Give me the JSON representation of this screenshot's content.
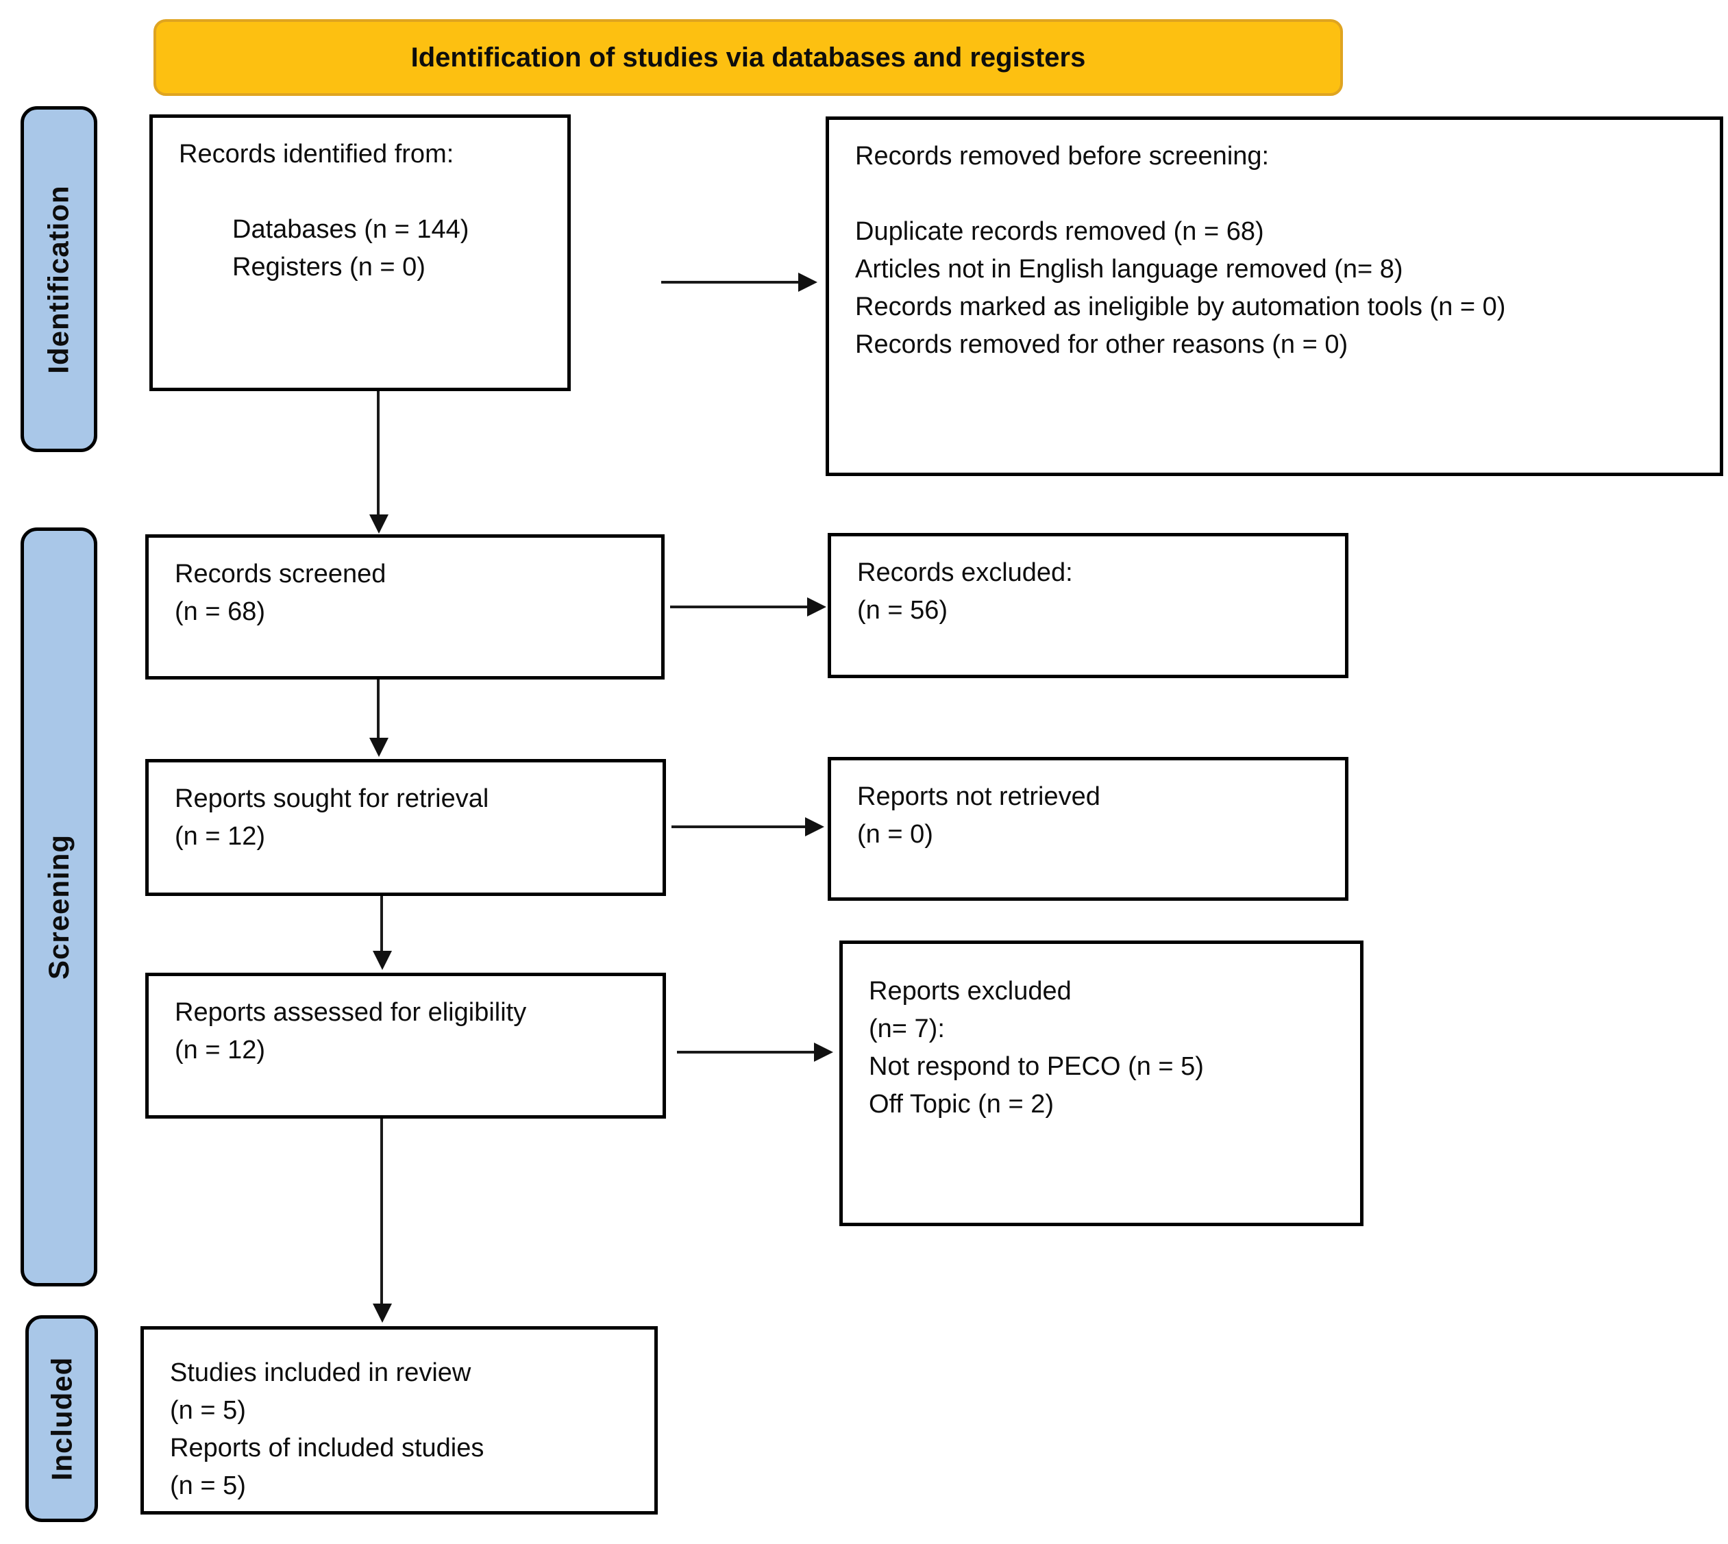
{
  "header": {
    "title": "Identification of studies via databases and registers"
  },
  "sidebars": [
    {
      "label": "Identification"
    },
    {
      "label": "Screening"
    },
    {
      "label": "Included"
    }
  ],
  "boxes": {
    "records_identified": {
      "title": "Records identified from:",
      "items": [
        "Databases (n = 144)",
        "Registers (n = 0)"
      ]
    },
    "records_removed": {
      "title": "Records removed before screening:",
      "items": [
        "Duplicate records removed (n = 68)",
        "Articles not in English language removed (n= 8)",
        "Records marked as ineligible by automation tools (n = 0)",
        "Records removed for other reasons (n = 0)"
      ]
    },
    "records_screened": {
      "lines": [
        "Records screened",
        "(n = 68)"
      ]
    },
    "records_excluded": {
      "lines": [
        "Records excluded:",
        "(n = 56)"
      ]
    },
    "reports_sought": {
      "lines": [
        "Reports sought for retrieval",
        "(n = 12)"
      ]
    },
    "reports_not_retrieved": {
      "lines": [
        "Reports not retrieved",
        "(n = 0)"
      ]
    },
    "reports_assessed": {
      "lines": [
        "Reports assessed for eligibility",
        "(n = 12)"
      ]
    },
    "reports_excluded": {
      "lines": [
        "Reports excluded",
        "(n= 7):",
        "Not respond to PECO (n = 5)",
        "Off Topic (n = 2)"
      ]
    },
    "studies_included": {
      "lines": [
        "Studies included in review",
        "(n = 5)",
        "Reports of included studies",
        "(n = 5)"
      ]
    }
  },
  "colors": {
    "header_bg": "#FDC011",
    "header_border": "#DFA420",
    "sidebar_bg": "#A9C7E8",
    "box_border": "#000000",
    "arrow": "#1A1A1A"
  }
}
